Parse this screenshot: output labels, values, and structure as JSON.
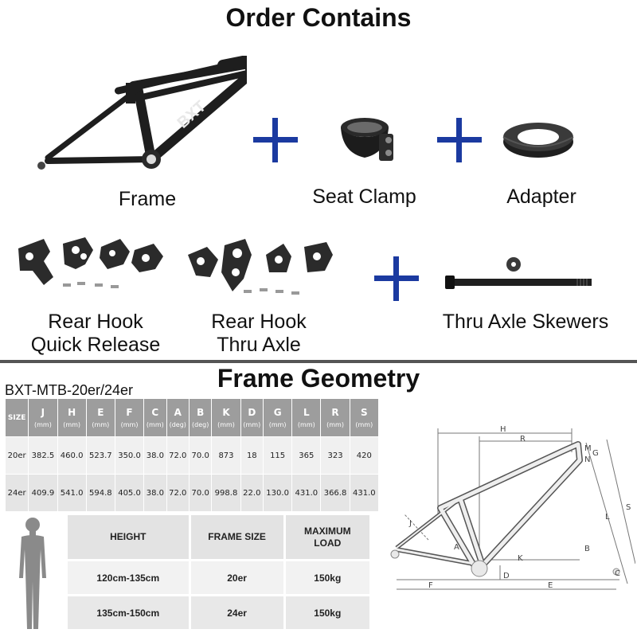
{
  "order": {
    "title": "Order Contains",
    "items": {
      "frame": "Frame",
      "seat_clamp": "Seat Clamp",
      "adapter": "Adapter",
      "rear_hook_qr": [
        "Rear Hook",
        "Quick Release"
      ],
      "rear_hook_ta": [
        "Rear Hook",
        "Thru Axle"
      ],
      "thru_axle": "Thru Axle Skewers"
    },
    "frame_brand_mark": "BXT"
  },
  "geometry": {
    "title": "Frame Geometry",
    "model": "BXT-MTB-20er/24er",
    "size_header": "SIZE",
    "columns": [
      {
        "key": "J",
        "unit": "(mm)"
      },
      {
        "key": "H",
        "unit": "(mm)"
      },
      {
        "key": "E",
        "unit": "(mm)"
      },
      {
        "key": "F",
        "unit": "(mm)"
      },
      {
        "key": "C",
        "unit": "(mm)"
      },
      {
        "key": "A",
        "unit": "(deg)"
      },
      {
        "key": "B",
        "unit": "(deg)"
      },
      {
        "key": "K",
        "unit": "(mm)"
      },
      {
        "key": "D",
        "unit": "(mm)"
      },
      {
        "key": "G",
        "unit": "(mm)"
      },
      {
        "key": "L",
        "unit": "(mm)"
      },
      {
        "key": "R",
        "unit": "(mm)"
      },
      {
        "key": "S",
        "unit": "(mm)"
      }
    ],
    "rows": [
      {
        "size": "20er",
        "values": [
          "382.5",
          "460.0",
          "523.7",
          "350.0",
          "38.0",
          "72.0",
          "70.0",
          "873",
          "18",
          "115",
          "365",
          "323",
          "420"
        ]
      },
      {
        "size": "24er",
        "values": [
          "409.9",
          "541.0",
          "594.8",
          "405.0",
          "38.0",
          "72.0",
          "70.0",
          "998.8",
          "22.0",
          "130.0",
          "431.0",
          "366.8",
          "431.0"
        ]
      }
    ],
    "diagram_labels": [
      "H",
      "R",
      "M",
      "G",
      "N",
      "J",
      "A",
      "K",
      "D",
      "F",
      "E",
      "B",
      "L",
      "S",
      "C"
    ]
  },
  "sizing": {
    "headers": [
      "HEIGHT",
      "FRAME SIZE",
      "MAXIMUM\nLOAD"
    ],
    "rows": [
      [
        "120cm-135cm",
        "20er",
        "150kg"
      ],
      [
        "135cm-150cm",
        "24er",
        "150kg"
      ]
    ]
  },
  "colors": {
    "plus": "#1b3aa0",
    "table_header": "#9d9d9d",
    "frame_carbon": "#1e1e1e"
  }
}
